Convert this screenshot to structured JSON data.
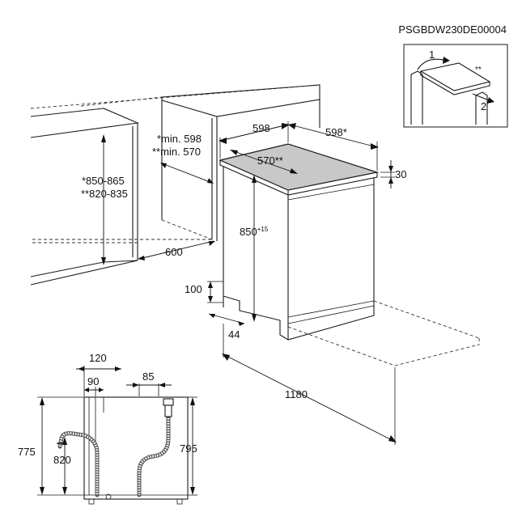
{
  "diagram": {
    "code": "PSGBDW230DE00004",
    "detail": {
      "step_1": "1",
      "step_2": "2",
      "note": "**"
    },
    "niche": {
      "height_a": "*850-865",
      "height_b": "**820-835",
      "width_a": "*min. 598",
      "width_b": "**min. 570",
      "depth": "600"
    },
    "appliance": {
      "width": "598",
      "depth": "598*",
      "depth_inner_main": "570",
      "depth_inner_note": "**",
      "top_height": "30",
      "height_main": "850",
      "height_tolerance": "+15",
      "plinth_height": "100",
      "plinth_depth": "44",
      "door_open_depth": "1180"
    },
    "side_view": {
      "offset_a": "120",
      "offset_b": "90",
      "offset_c": "85",
      "height_left": "775",
      "height_hose": "820",
      "height_right": "795"
    }
  }
}
